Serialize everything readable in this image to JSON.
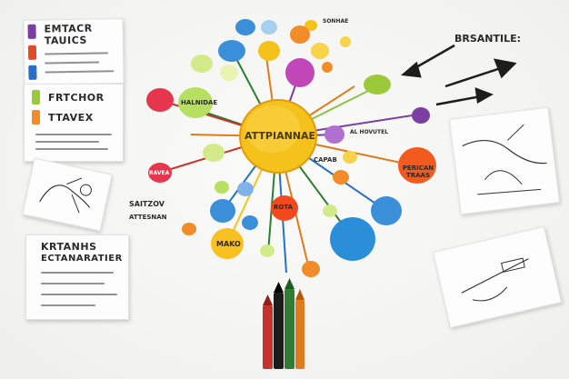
{
  "photo_subject": "hand-drawn mind map",
  "center_node": {
    "label": "ATTPIANNAE",
    "color": "#f5c21b"
  },
  "left_note_top": {
    "line1": "EMTACR",
    "line2": "TAUICS"
  },
  "left_note_mid": {
    "line1": "FRTCHOR",
    "line2": "TTAVEX"
  },
  "left_note_bottom": {
    "line1": "KRTANHS",
    "line2": "ECTANARATIER"
  },
  "top_right_caption": "BRSANTILE:",
  "node_labels": {
    "green_left": "HALNIDAE",
    "orange_right": "PERICAN TRAAS",
    "blue_bottom_right": "",
    "yellow_bottom": "MAKO",
    "red_bottom": "ROTA",
    "red_left": "RAVEA",
    "left_text_a": "SAITZOV",
    "left_text_b": "ATTESNAN",
    "right_text": "AL HOVUTEL",
    "capab": "CAPAB",
    "top_text": "SONHAE"
  },
  "marker_colors": [
    "#c7332b",
    "#1c1c1c",
    "#2e7d32",
    "#e07b1a"
  ],
  "sticky_tab_colors": [
    "#7a3fa0",
    "#e34a2a",
    "#2a6fc4",
    "#8bc34a",
    "#f28c28",
    "#9cc93a"
  ]
}
